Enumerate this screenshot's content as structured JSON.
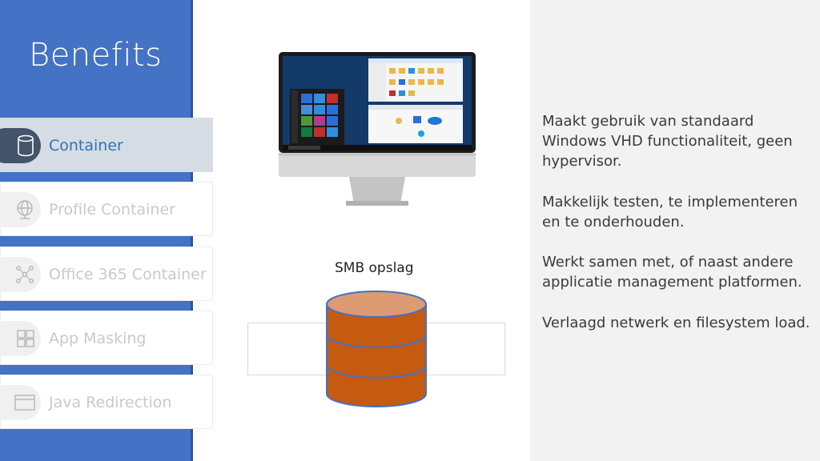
{
  "sidebar": {
    "title": "Benefits",
    "items": [
      {
        "label": "Container",
        "icon": "database-icon",
        "active": true
      },
      {
        "label": "Profile Container",
        "icon": "globe-icon",
        "active": false
      },
      {
        "label": "Office 365 Container",
        "icon": "network-icon",
        "active": false
      },
      {
        "label": "App Masking",
        "icon": "grid-icon",
        "active": false
      },
      {
        "label": "Java Redirection",
        "icon": "window-icon",
        "active": false
      }
    ]
  },
  "main": {
    "storage_label": "SMB opslag"
  },
  "description": {
    "paragraphs": [
      "Maakt gebruik van standaard Windows VHD functionaliteit, geen hypervisor.",
      "Makkelijk testen, te implementeren en te onderhouden.",
      "Werkt samen met, of naast andere applicatie management platformen.",
      "Verlaagd netwerk en filesystem load."
    ]
  },
  "colors": {
    "sidebar": "#4472c4",
    "accent": "#2e75b6",
    "database": "#c55a11",
    "database_top": "#dc9b73"
  }
}
